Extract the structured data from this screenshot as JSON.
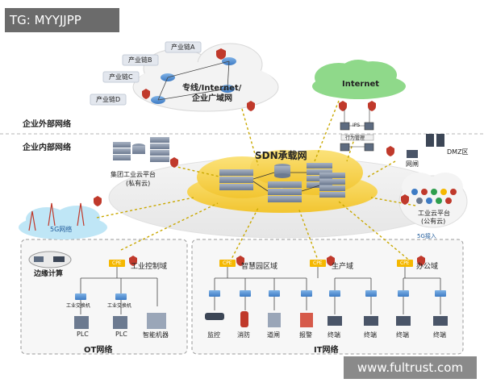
{
  "watermarks": {
    "top_left": "TG: MYYJJPP",
    "bottom_right": "www.fultrust.com"
  },
  "sections": {
    "external": "企业外部网络",
    "internal": "企业内部网络",
    "ot": "OT网络",
    "it": "IT网络"
  },
  "clouds": {
    "wan": {
      "line1": "专线/Internet/",
      "line2": "企业广域网"
    },
    "internet": "Internet",
    "sdn": "SDN承载网",
    "fiveg": "5G网络",
    "public_cloud": {
      "line1": "工业云平台",
      "line2": "(公有云)"
    }
  },
  "chains": [
    "产业链A",
    "产业链B",
    "产业链C",
    "产业链D"
  ],
  "nodes": {
    "private_cloud": {
      "line1": "集团工业云平台",
      "line2": "(私有云)"
    },
    "ips": "IPS",
    "behavior": "行为管理",
    "dmz": "DMZ区",
    "gateway": "网闸",
    "edge": "边缘计算",
    "fiveg_access": "5G接入",
    "cpe": "CPE"
  },
  "domains": {
    "industrial_control": "工业控制域",
    "smart_park": "智慧园区域",
    "production": "生产域",
    "office": "办公域"
  },
  "devices": {
    "switch": "工业交换机",
    "plc": "PLC",
    "smart_machine": "智能机器",
    "monitor": "监控",
    "fire": "消防",
    "gate": "道闸",
    "alarm": "报警",
    "terminal": "终端"
  },
  "colors": {
    "sdn_cloud": "#f6d24a",
    "internet_cloud": "#8fd98a",
    "fiveg_cloud": "#bfe6f6",
    "dashed_link": "#c9a800",
    "firewall": "#c0392b",
    "cpe": "#f5b800"
  }
}
